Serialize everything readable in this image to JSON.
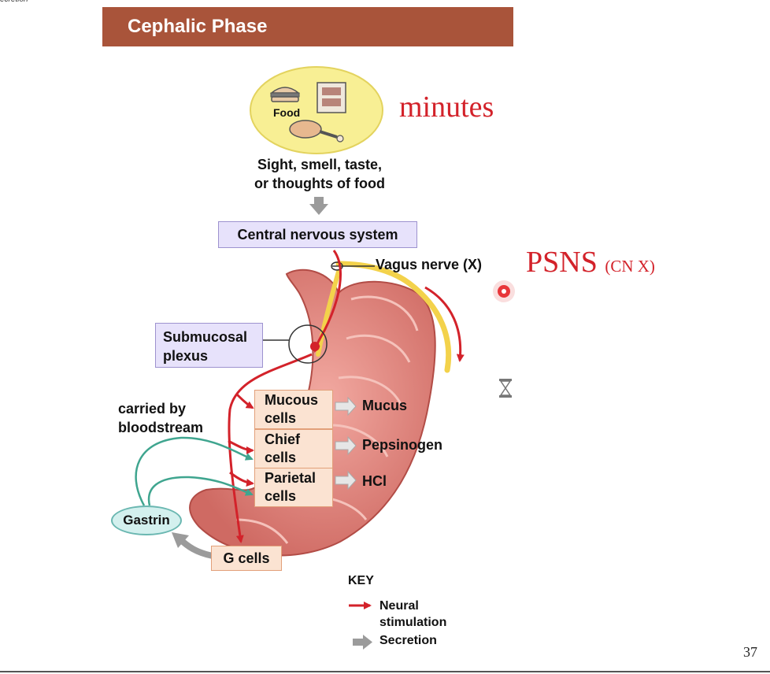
{
  "top_fragment": "ecretion",
  "header": {
    "title": "Cephalic Phase"
  },
  "annotations": {
    "minutes": "minutes",
    "psns": "PSNS",
    "psns_sub": "(CN X)"
  },
  "food": {
    "label": "Food",
    "senses_line1": "Sight, smell, taste,",
    "senses_line2": "or thoughts of food"
  },
  "cns": {
    "label": "Central nervous system"
  },
  "vagus": {
    "label": "Vagus nerve (X)"
  },
  "submucosal": {
    "line1": "Submucosal",
    "line2": "plexus"
  },
  "carried": {
    "line1": "carried by",
    "line2": "bloodstream"
  },
  "cells": [
    {
      "line1": "Mucous",
      "line2": "cells",
      "secretion": "Mucus"
    },
    {
      "line1": "Chief",
      "line2": "cells",
      "secretion": "Pepsinogen"
    },
    {
      "line1": "Parietal",
      "line2": "cells",
      "secretion": "HCl"
    }
  ],
  "g_cells": {
    "label": "G cells"
  },
  "gastrin": {
    "label": "Gastrin"
  },
  "key": {
    "title": "KEY",
    "neural_line1": "Neural",
    "neural_line2": "stimulation",
    "secretion": "Secretion"
  },
  "page_number": "37",
  "colors": {
    "header": "#a9543a",
    "neural": "#d3222a",
    "secretion_arrow": "#9b9b9b",
    "blood": "#3fa58f",
    "nerve": "#f3d24b",
    "stomach": "#e58a84",
    "box_purple": "#e7e2fb",
    "box_orange": "#fbe3d2"
  }
}
